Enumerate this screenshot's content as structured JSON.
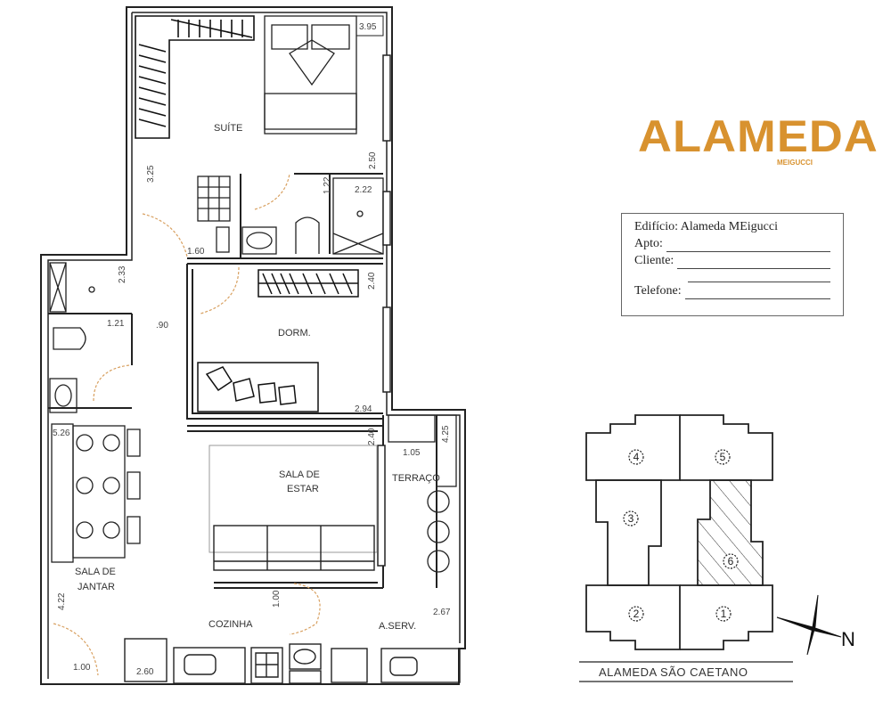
{
  "logo": {
    "title": "ALAMEDA",
    "subtitle": "MEIGUCCI",
    "color": "#d8922f"
  },
  "info_box": {
    "building_label": "Edifício: Alameda MEigucci",
    "apto_label": "Apto:",
    "cliente_label": "Cliente:",
    "telefone_label": "Telefone:"
  },
  "floor_plan": {
    "rooms": [
      {
        "name": "SUÍTE"
      },
      {
        "name": "DORM."
      },
      {
        "name": "SALA DE ESTAR"
      },
      {
        "name": "SALA DE JANTAR"
      },
      {
        "name": "COZINHA"
      },
      {
        "name": "A.SERV."
      },
      {
        "name": "TERRAÇO"
      }
    ],
    "labels": {
      "suite": "SUÍTE",
      "dorm": "DORM.",
      "sala_estar_1": "SALA DE",
      "sala_estar_2": "ESTAR",
      "sala_jantar_1": "SALA DE",
      "sala_jantar_2": "JANTAR",
      "cozinha": "COZINHA",
      "a_serv": "A.SERV.",
      "terraco": "TERRAÇO"
    },
    "dimensions": {
      "d395": "3.95",
      "d250": "2.50",
      "d222": "2.22",
      "d122": "1.22",
      "d325": "3.25",
      "d160": "1.60",
      "d233": "2.33",
      "d121": "1.21",
      "d090": ".90",
      "d240a": "2.40",
      "d294": "2.94",
      "d526": "5.26",
      "d240b": "2.40",
      "d105": "1.05",
      "d425": "4.25",
      "d422": "4.22",
      "d100a": "1.00",
      "d260": "2.60",
      "d100b": "1.00",
      "d267": "2.67"
    }
  },
  "site_plan": {
    "units": [
      "1",
      "2",
      "3",
      "4",
      "5",
      "6"
    ],
    "highlighted_unit": "6",
    "street": "ALAMEDA SÃO CAETANO",
    "north_label": "N"
  }
}
